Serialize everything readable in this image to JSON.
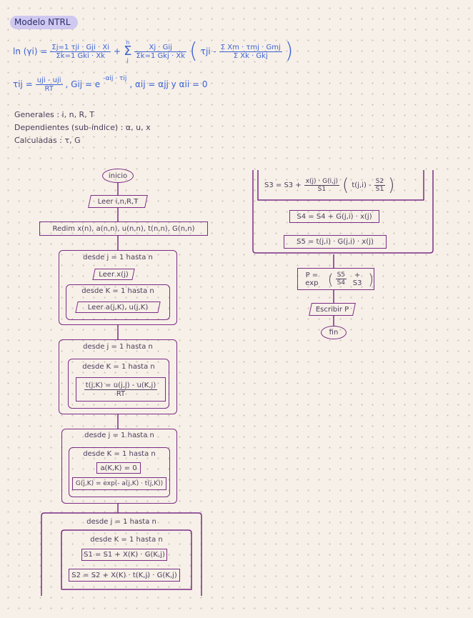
{
  "title": "Modelo NTRL",
  "equations": {
    "ln_gamma": {
      "lhs": "ln (γi) =",
      "f1_num": "Σj=1 τji · Gji · Xi",
      "f1_den": "Σk=1 Gki · Xk",
      "plus": "+",
      "sum": "Σ",
      "sum_top": "n",
      "sum_bot": "j",
      "f2_num": "Xj · Gij",
      "f2_den": "Σk=1 Gkj · Xk",
      "tau": "τji -",
      "f3_num": "Σ Xm · τmj · Gmj",
      "f3_den": "Σ Xk · Gkj"
    },
    "tau_def": {
      "lhs": "τij =",
      "num": "uji - uji",
      "den": "RT",
      "g": ", Gij = e",
      "g_exp": "-αij · τij",
      "alpha": ", αij = αjj y αii = 0"
    }
  },
  "variables": {
    "generales": "Generales : i, n, R, T",
    "dependientes": "Dependientes (sub-índice) : α, u, x",
    "calculadas": "Calculadas : τ, G"
  },
  "flow": {
    "inicio": "inicio",
    "leer_inputs": "Leer i,n,R,T",
    "redim": "Redim x(n), a(n,n), u(n,n), t(n,n), G(n,n)",
    "loop1": "desde j = 1 hasta n",
    "leer_x": "Leer x(j)",
    "loop1_inner": "desde K = 1 hasta n",
    "leer_au": "Leer a(j,K), u(j,K)",
    "loop2": "desde j = 1 hasta n",
    "loop2_inner": "desde K = 1 hasta n",
    "t_num": "t(j,K) = u(j,j) - u(K,j)",
    "t_den": "RT",
    "loop3": "desde j = 1 hasta n",
    "loop3_inner": "desde K = 1 hasta n",
    "a_zero": "a(K,K) = 0",
    "g_calc": "G(j,K) = exp(- a(j,K) · t(j,K))",
    "loop4": "desde j = 1 hasta n",
    "loop4_inner": "desde K = 1 hasta n",
    "s1": "S1 = S1 + X(K) · G(K,j)",
    "s2": "S2 = S2 + X(K) · t(K,j) · G(K,j)",
    "s3_lhs": "S3 = S3 +",
    "s3_num": "x(j) · G(i,j)",
    "s3_den": "S1",
    "s3_paren": "t(j,i) -",
    "s3_frac_num": "S2",
    "s3_frac_den": "S1",
    "s4": "S4 = S4 + G(j,i) · x(j)",
    "s5": "S5 = t(j,i) · G(j,i) · x(j)",
    "p_lhs": "P = exp",
    "p_num": "S5",
    "p_den": "S4",
    "p_plus": "+ S3",
    "escribir": "Escribir P",
    "fin": "fin"
  },
  "colors": {
    "primary": "#7a2c86",
    "equation": "#3b62d6",
    "text": "#4a3d5c",
    "title_bg": "#cfc8f0"
  }
}
